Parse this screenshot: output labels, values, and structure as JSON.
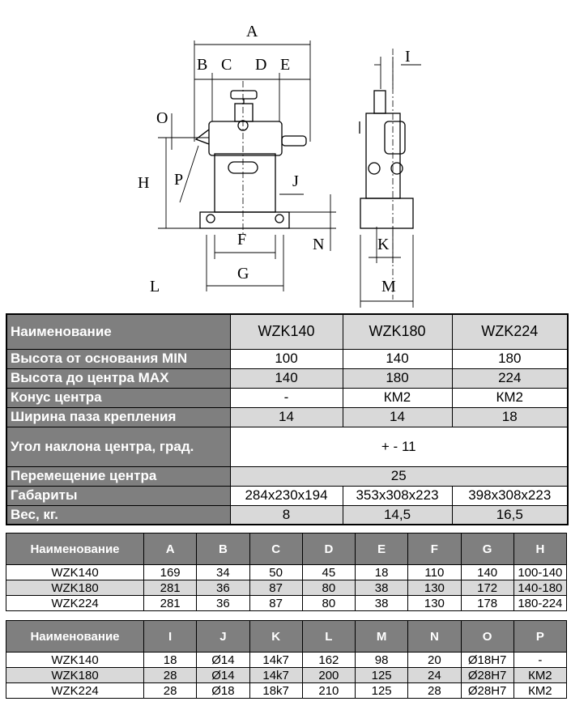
{
  "drawing": {
    "labels": {
      "A": "A",
      "B": "B",
      "C": "C",
      "D": "D",
      "E": "E",
      "O": "O",
      "H": "H",
      "P": "P",
      "J": "J",
      "F": "F",
      "G": "G",
      "L": "L",
      "N": "N",
      "I": "I",
      "K": "K",
      "M": "M"
    }
  },
  "spec": {
    "header": [
      "Наименование",
      "WZK140",
      "WZK180",
      "WZK224"
    ],
    "rows": [
      {
        "label": "Высота от основания MIN",
        "values": [
          "100",
          "140",
          "180"
        ]
      },
      {
        "label": "Высота до центра MAX",
        "values": [
          "140",
          "180",
          "224"
        ]
      },
      {
        "label": "Конус центра",
        "values": [
          "-",
          "КМ2",
          "КМ2"
        ]
      },
      {
        "label": "Ширина паза крепления",
        "values": [
          "14",
          "14",
          "18"
        ]
      },
      {
        "label": "Угол наклона центра, град.",
        "value": "+ - 11"
      },
      {
        "label": "Перемещение центра",
        "value": "25"
      },
      {
        "label": "Габариты",
        "values": [
          "284x230x194",
          "353x308x223",
          "398x308x223"
        ]
      },
      {
        "label": "Вес, кг.",
        "values": [
          "8",
          "14,5",
          "16,5"
        ]
      }
    ]
  },
  "dims1": {
    "header": [
      "Наименование",
      "A",
      "B",
      "C",
      "D",
      "E",
      "F",
      "G",
      "H"
    ],
    "rows": [
      [
        "WZK140",
        "169",
        "34",
        "50",
        "45",
        "18",
        "110",
        "140",
        "100-140"
      ],
      [
        "WZK180",
        "281",
        "36",
        "87",
        "80",
        "38",
        "130",
        "172",
        "140-180"
      ],
      [
        "WZK224",
        "281",
        "36",
        "87",
        "80",
        "38",
        "130",
        "178",
        "180-224"
      ]
    ]
  },
  "dims2": {
    "header": [
      "Наименование",
      "I",
      "J",
      "K",
      "L",
      "M",
      "N",
      "O",
      "P"
    ],
    "rows": [
      [
        "WZK140",
        "18",
        "Ø14",
        "14k7",
        "162",
        "98",
        "20",
        "Ø18H7",
        "-"
      ],
      [
        "WZK180",
        "28",
        "Ø14",
        "14k7",
        "200",
        "125",
        "24",
        "Ø28H7",
        "КМ2"
      ],
      [
        "WZK224",
        "28",
        "Ø18",
        "18k7",
        "210",
        "125",
        "28",
        "Ø28H7",
        "КМ2"
      ]
    ]
  }
}
